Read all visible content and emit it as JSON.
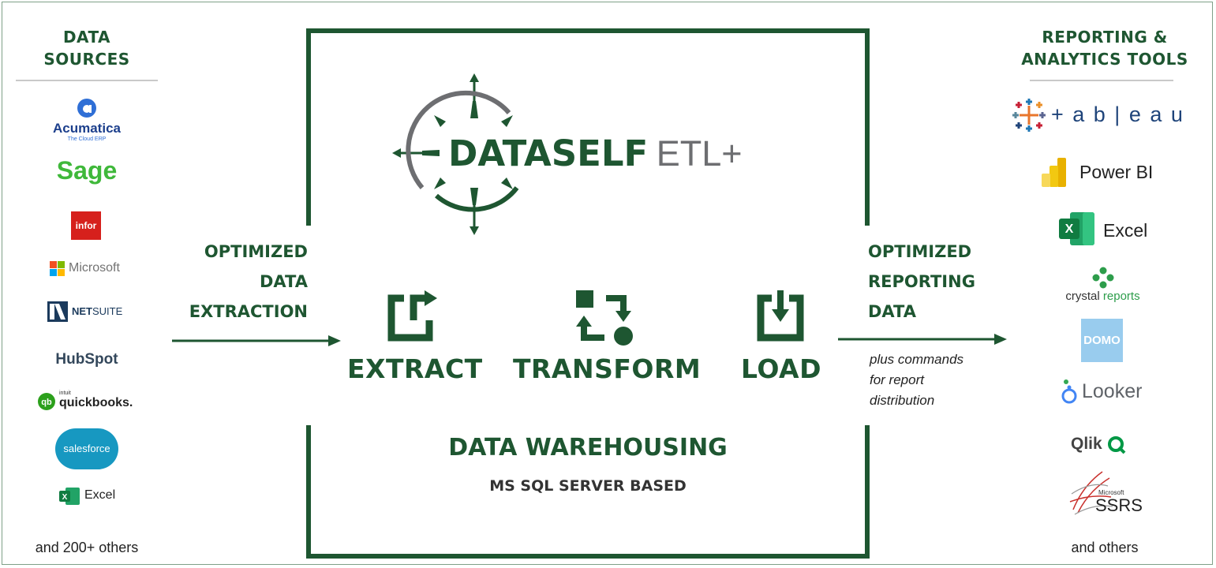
{
  "colors": {
    "brand_green": "#1e5631",
    "divider": "#c9c9c9"
  },
  "left": {
    "title_line1": "DATA",
    "title_line2": "SOURCES",
    "logos": {
      "acumatica": "Acumatica",
      "acumatica_sub": "The Cloud ERP",
      "sage": "Sage",
      "infor": "infor",
      "microsoft": "Microsoft",
      "netsuite_bold": "NET",
      "netsuite_rest": "SUITE",
      "hubspot": "HubSpot",
      "qb_intuit": "intuit",
      "quickbooks": "quickbooks.",
      "salesforce": "salesforce",
      "excel": "Excel"
    },
    "others": "and 200+ others"
  },
  "extraction": {
    "line1": "OPTIMIZED",
    "line2": "DATA",
    "line3": "EXTRACTION"
  },
  "center": {
    "brand_main": "DATASELF",
    "brand_suffix": "ETL+",
    "steps": {
      "extract": "EXTRACT",
      "transform": "TRANSFORM",
      "load": "LOAD"
    },
    "warehouse_title": "DATA WAREHOUSING",
    "warehouse_subtitle": "MS SQL SERVER BASED"
  },
  "reporting": {
    "line1": "OPTIMIZED",
    "line2": "REPORTING",
    "line3": "DATA",
    "note1": "plus commands",
    "note2": "for report",
    "note3": "distribution"
  },
  "right": {
    "title_line1": "REPORTING &",
    "title_line2": "ANALYTICS TOOLS",
    "logos": {
      "tableau": "+ a b | e a u",
      "powerbi": "Power BI",
      "excel": "Excel",
      "crystal_a": "crystal",
      "crystal_b": "reports",
      "domo": "DOMO",
      "looker": "Looker",
      "qlik": "Qlik",
      "ssrs_ms": "Microsoft",
      "ssrs": "SSRS"
    },
    "others": "and others"
  }
}
